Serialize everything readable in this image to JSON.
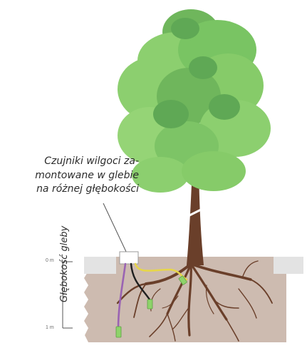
{
  "caption": {
    "lines": [
      "Czujniki wilgoci za-",
      "montowane w glebie",
      "na różnej głębokości"
    ]
  },
  "depth_axis": {
    "title": "Głębokość gleby",
    "top_label": "0 m",
    "bottom_label": "1 m"
  },
  "colors": {
    "soil": "#cdbbb0",
    "soil_surface": "#e3e3e3",
    "trunk_roots": "#6a3f2a",
    "foliage_light": "#8ccf6f",
    "foliage_dark": "#5fa855",
    "sensor_green": "#8ed36a",
    "wire_yellow": "#e7d64a",
    "wire_purple": "#9a63b3",
    "wire_black": "#1f1f1f"
  }
}
